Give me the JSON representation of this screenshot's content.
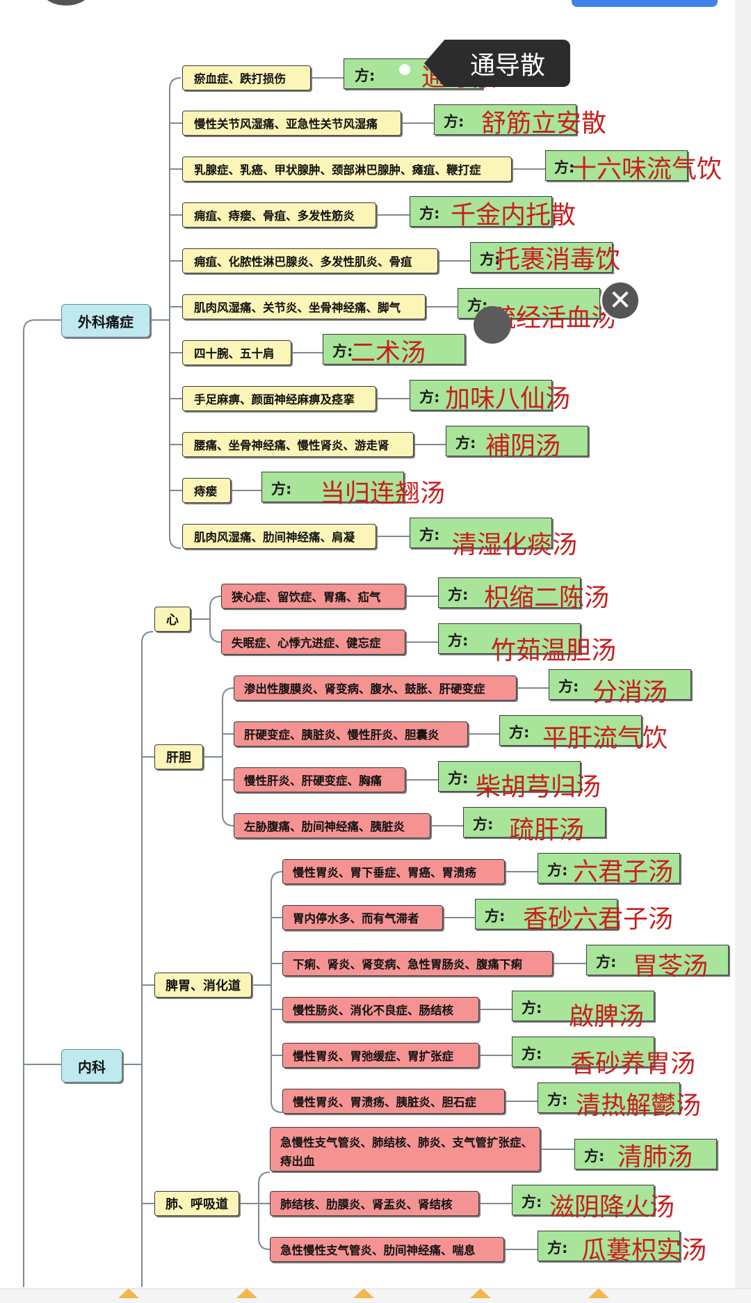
{
  "tooltip": {
    "text": "通导散"
  },
  "close_symbol": "✕",
  "nodes": [
    {
      "id": "root-waike",
      "type": "root",
      "text": "外科痛症"
    },
    {
      "id": "root-neike",
      "type": "root",
      "text": "内科"
    },
    {
      "id": "cat-xin",
      "type": "cat",
      "text": "心"
    },
    {
      "id": "cat-gandan",
      "type": "cat",
      "text": "肝胆"
    },
    {
      "id": "cat-piwei",
      "type": "cat",
      "text": "脾胃、消化道"
    },
    {
      "id": "cat-fei",
      "type": "cat",
      "text": "肺、呼吸道"
    },
    {
      "id": "s1",
      "type": "sym",
      "text": "瘀血症、跌打损伤"
    },
    {
      "id": "s2",
      "type": "sym",
      "text": "慢性关节风湿痛、亚急性关节风湿痛"
    },
    {
      "id": "s3",
      "type": "sym",
      "text": "乳腺症、乳癌、甲状腺肿、颈部淋巴腺肿、瘫疽、鞭打症"
    },
    {
      "id": "s4",
      "type": "sym",
      "text": "痈疽、痔瘘、骨疽、多发性筋炎"
    },
    {
      "id": "s5",
      "type": "sym",
      "text": "痈疽、化脓性淋巴腺炎、多发性肌炎、骨疽"
    },
    {
      "id": "s6",
      "type": "sym",
      "text": "肌肉风湿痛、关节炎、坐骨神经痛、脚气"
    },
    {
      "id": "s7",
      "type": "sym",
      "text": "四十腕、五十肩"
    },
    {
      "id": "s8",
      "type": "sym",
      "text": "手足麻痹、颜面神经麻痹及痉挛"
    },
    {
      "id": "s9",
      "type": "sym",
      "text": "腰痛、坐骨神经痛、慢性肾炎、游走肾"
    },
    {
      "id": "s10",
      "type": "sym",
      "text": "痔瘘"
    },
    {
      "id": "s11",
      "type": "sym",
      "text": "肌肉风湿痛、肋间神经痛、肩凝"
    },
    {
      "id": "x1",
      "type": "symr",
      "text": "狭心症、留饮症、胃痛、疝气"
    },
    {
      "id": "x2",
      "type": "symr",
      "text": "失眠症、心悸亢进症、健忘症"
    },
    {
      "id": "g1",
      "type": "symr",
      "text": "渗出性腹膜炎、肾变病、腹水、鼓胀、肝硬变症"
    },
    {
      "id": "g2",
      "type": "symr",
      "text": "肝硬变症、胰脏炎、慢性肝炎、胆囊炎"
    },
    {
      "id": "g3",
      "type": "symr",
      "text": "慢性肝炎、肝硬变症、胸痛"
    },
    {
      "id": "g4",
      "type": "symr",
      "text": "左胁腹痛、肋间神经痛、胰脏炎"
    },
    {
      "id": "p1",
      "type": "symr",
      "text": "慢性胃炎、胃下垂症、胃癌、胃溃疡"
    },
    {
      "id": "p2",
      "type": "symr",
      "text": "胃内停水多、而有气滞者"
    },
    {
      "id": "p3",
      "type": "symr",
      "text": "下痢、肾炎、肾变病、急性胃肠炎、腹痛下痢"
    },
    {
      "id": "p4",
      "type": "symr",
      "text": "慢性肠炎、消化不良症、肠结核"
    },
    {
      "id": "p5",
      "type": "symr",
      "text": "慢性胃炎、胃弛缓症、胃扩张症"
    },
    {
      "id": "p6",
      "type": "symr",
      "text": "慢性胃炎、胃溃疡、胰脏炎、胆石症"
    },
    {
      "id": "f1",
      "type": "symr",
      "text": "急慢性支气管炎、肺结核、肺炎、支气管扩张症、痔出血"
    },
    {
      "id": "f2",
      "type": "symr",
      "text": "肺结核、肋膜炎、肾盂炎、肾结核"
    },
    {
      "id": "f3",
      "type": "symr",
      "text": "急性慢性支气管炎、肋间神经痛、喘息"
    }
  ],
  "prescriptions": [
    {
      "id": "r1",
      "prefix": "方:",
      "name": "通导散"
    },
    {
      "id": "r2",
      "prefix": "方:",
      "name": "舒筋立安散"
    },
    {
      "id": "r3",
      "prefix": "方:",
      "name": "十六味流气饮"
    },
    {
      "id": "r4",
      "prefix": "方:",
      "name": "千金内托散"
    },
    {
      "id": "r5",
      "prefix": "方:",
      "name": "托裹消毒饮"
    },
    {
      "id": "r6",
      "prefix": "方:",
      "name": "疏经活血汤"
    },
    {
      "id": "r7",
      "prefix": "方:",
      "name": "二术汤"
    },
    {
      "id": "r8",
      "prefix": "方:",
      "name": "加味八仙汤"
    },
    {
      "id": "r9",
      "prefix": "方:",
      "name": "補阴汤"
    },
    {
      "id": "r10",
      "prefix": "方:",
      "name": "当归连翘汤"
    },
    {
      "id": "r11",
      "prefix": "方:",
      "name": "清湿化痰汤"
    },
    {
      "id": "rx1",
      "prefix": "方:",
      "name": "枳缩二陈汤"
    },
    {
      "id": "rx2",
      "prefix": "方:",
      "name": "竹茹温胆汤"
    },
    {
      "id": "rg1",
      "prefix": "方:",
      "name": "分消汤"
    },
    {
      "id": "rg2",
      "prefix": "方:",
      "name": "平肝流气饮"
    },
    {
      "id": "rg3",
      "prefix": "方:",
      "name": "柴胡芎归汤"
    },
    {
      "id": "rg4",
      "prefix": "方:",
      "name": "疏肝汤"
    },
    {
      "id": "rp1",
      "prefix": "方:",
      "name": "六君子汤"
    },
    {
      "id": "rp2",
      "prefix": "方:",
      "name": "香砂六君子汤"
    },
    {
      "id": "rp3",
      "prefix": "方:",
      "name": "胃苓汤"
    },
    {
      "id": "rp4",
      "prefix": "方:",
      "name": "啟脾汤"
    },
    {
      "id": "rp5",
      "prefix": "方:",
      "name": "香砂养胃汤"
    },
    {
      "id": "rp6",
      "prefix": "方:",
      "name": "清热解鬱汤"
    },
    {
      "id": "rf1",
      "prefix": "方:",
      "name": "清肺汤"
    },
    {
      "id": "rf2",
      "prefix": "方:",
      "name": "滋阴降火汤"
    },
    {
      "id": "rf3",
      "prefix": "方:",
      "name": "瓜蔞枳实汤"
    }
  ]
}
